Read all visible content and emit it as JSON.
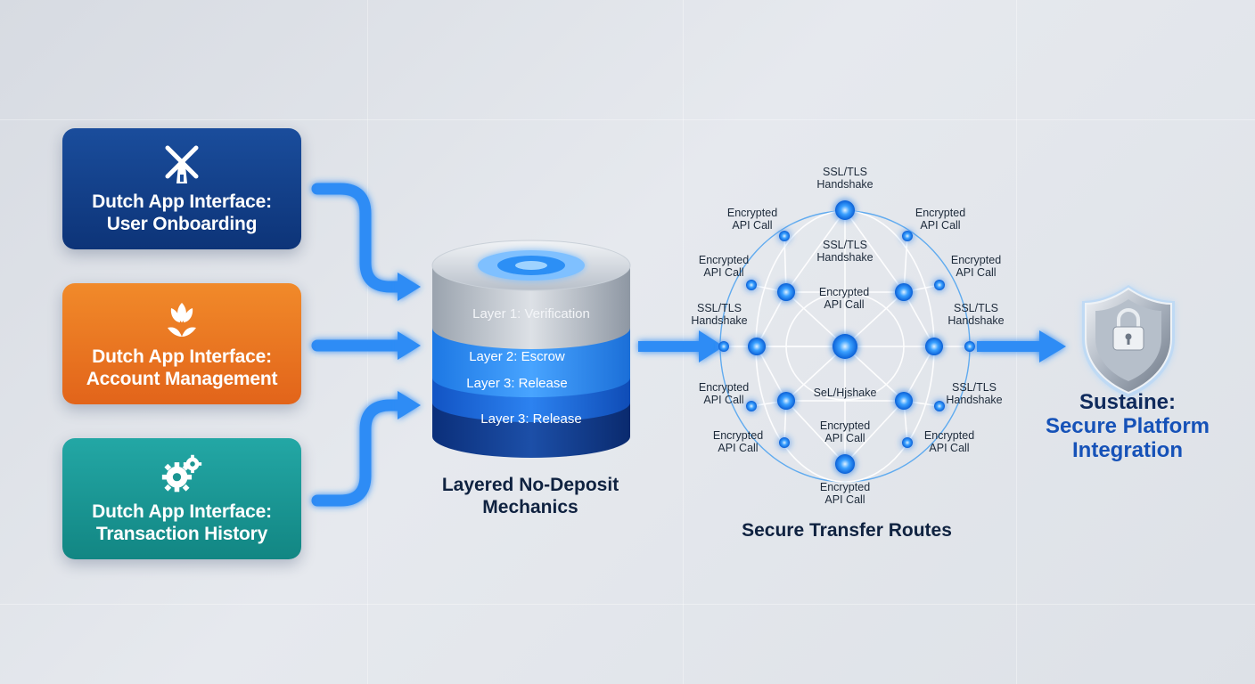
{
  "cards": [
    {
      "label": "Dutch App Interface:\nUser Onboarding",
      "icon": "windmill-icon"
    },
    {
      "label": "Dutch App Interface:\nAccount Management",
      "icon": "tulip-icon"
    },
    {
      "label": "Dutch App Interface:\nTransaction History",
      "icon": "gears-icon"
    }
  ],
  "stack": {
    "layers": [
      "Layer 1: Verification",
      "Layer 2: Escrow",
      "Layer 3: Release",
      "Layer 3: Release"
    ],
    "caption": "Layered No-Deposit\nMechanics"
  },
  "network": {
    "caption": "Secure Transfer Routes",
    "labels": [
      "SSL/TLS\nHandshake",
      "Encrypted\nAPI Call",
      "Encrypted\nAPI Call",
      "SSL/TLS\nHandshake",
      "Encrypted\nAPI Call",
      "Encrypted\nAPI Call",
      "Encrypted\nAPI Call",
      "SSL/TLS\nHandshake",
      "SSL/TLS\nHandshake",
      "Encrypted\nAPI Call",
      "SeL/Hjshake",
      "SSL/TLS\nHandshake",
      "Encrypted\nAPI Call",
      "Encrypted\nAPI Call",
      "Encrypted\nAPI Call",
      "Encrypted\nAPI Call"
    ]
  },
  "result": {
    "icon": "shield-lock-icon",
    "line1": "Sustaine:",
    "line2": "Secure Platform",
    "line3": "Integration"
  },
  "colors": {
    "arrow": "#2d8cf5",
    "glow": "#7fbfff",
    "navy": "#0f2a5c",
    "blue_title": "#1652b8"
  }
}
